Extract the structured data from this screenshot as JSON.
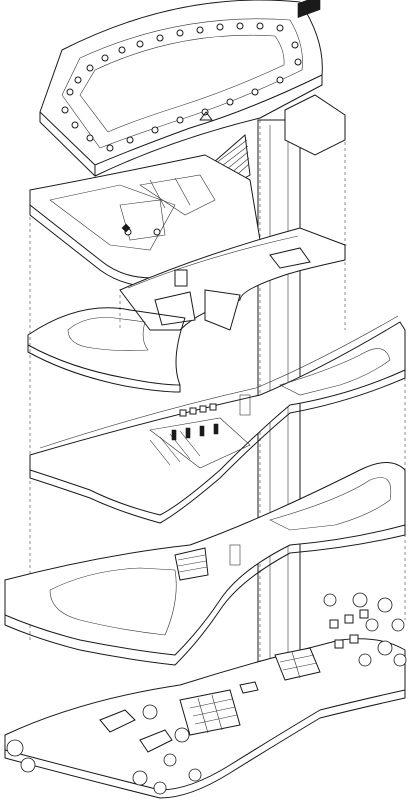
{
  "diagram": {
    "type": "exploded-axonometric",
    "levels": [
      {
        "id": "roof"
      },
      {
        "id": "upper-floor"
      },
      {
        "id": "ramp-floor"
      },
      {
        "id": "middle-floor"
      },
      {
        "id": "lower-floor"
      },
      {
        "id": "ground-floor"
      }
    ],
    "colors": {
      "line": "#1a1a1a",
      "background": "#ffffff"
    }
  }
}
